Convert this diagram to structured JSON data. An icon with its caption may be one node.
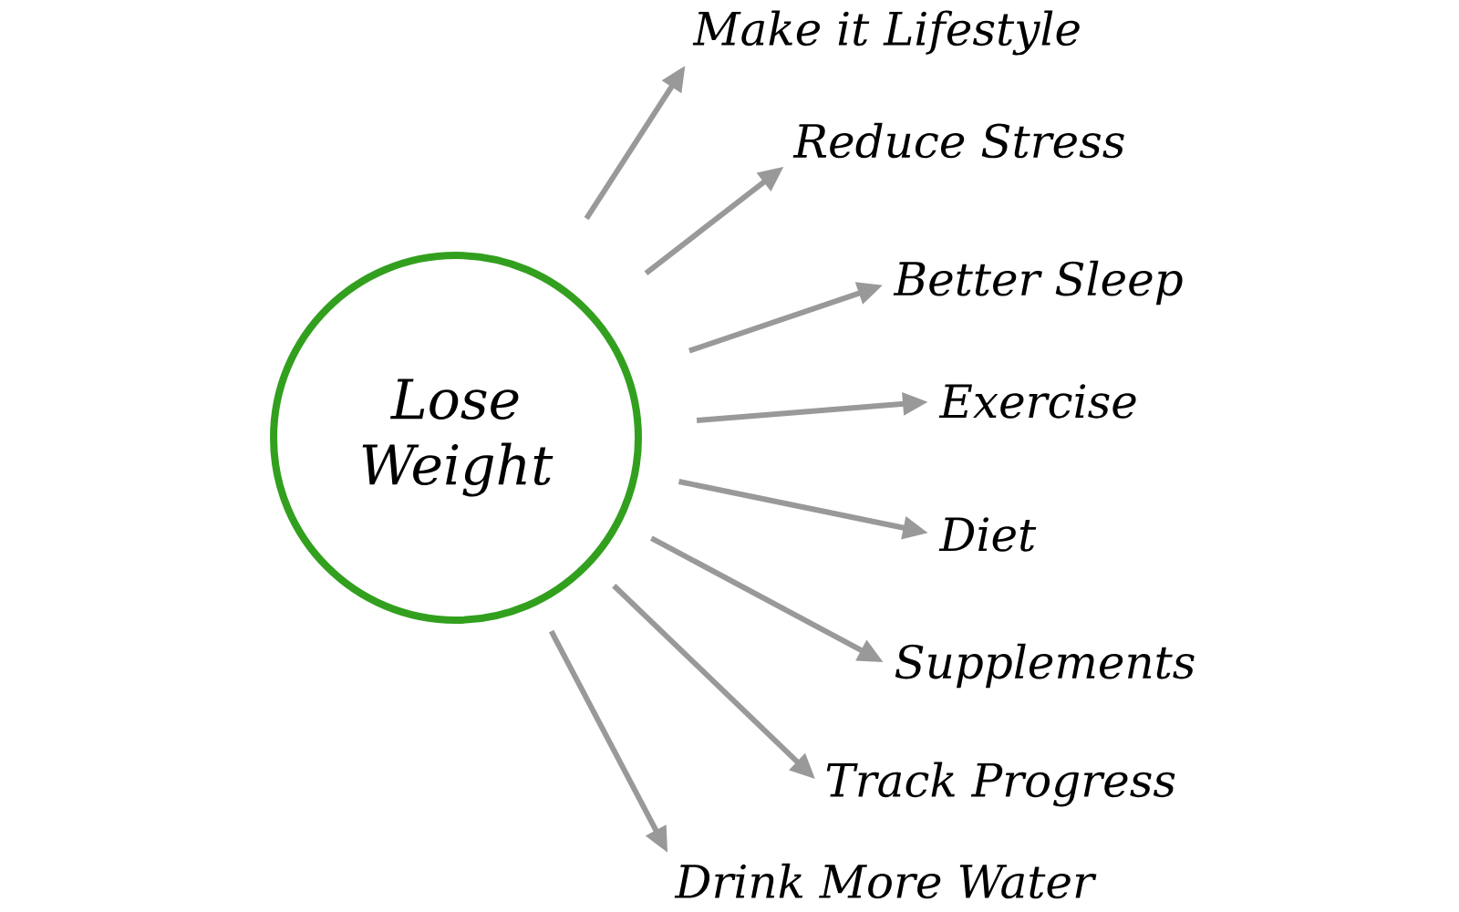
{
  "diagram": {
    "nodes": [
      {
        "text": [
          "Lose Weight"
        ]
      },
      {
        "text": [
          "Make it Lifestyle"
        ]
      },
      {
        "text": [
          "Reduce Stress"
        ]
      },
      {
        "text": [
          "Better Sleep"
        ]
      },
      {
        "text": [
          "Exercise"
        ]
      },
      {
        "text": [
          "Diet"
        ]
      },
      {
        "text": [
          "Supplements"
        ]
      },
      {
        "text": [
          "Track Progress"
        ]
      },
      {
        "text": [
          "Drink More Water"
        ]
      }
    ],
    "edges": [
      {
        "from": 0,
        "to": 1,
        "arrow": "to"
      },
      {
        "from": 0,
        "to": 2,
        "arrow": "to"
      },
      {
        "from": 0,
        "to": 3,
        "arrow": "to"
      },
      {
        "from": 0,
        "to": 4,
        "arrow": "to"
      },
      {
        "from": 0,
        "to": 5,
        "arrow": "to"
      },
      {
        "from": 0,
        "to": 6,
        "arrow": "to"
      },
      {
        "from": 0,
        "to": 7,
        "arrow": "to"
      },
      {
        "from": 0,
        "to": 8,
        "arrow": "to"
      }
    ]
  }
}
